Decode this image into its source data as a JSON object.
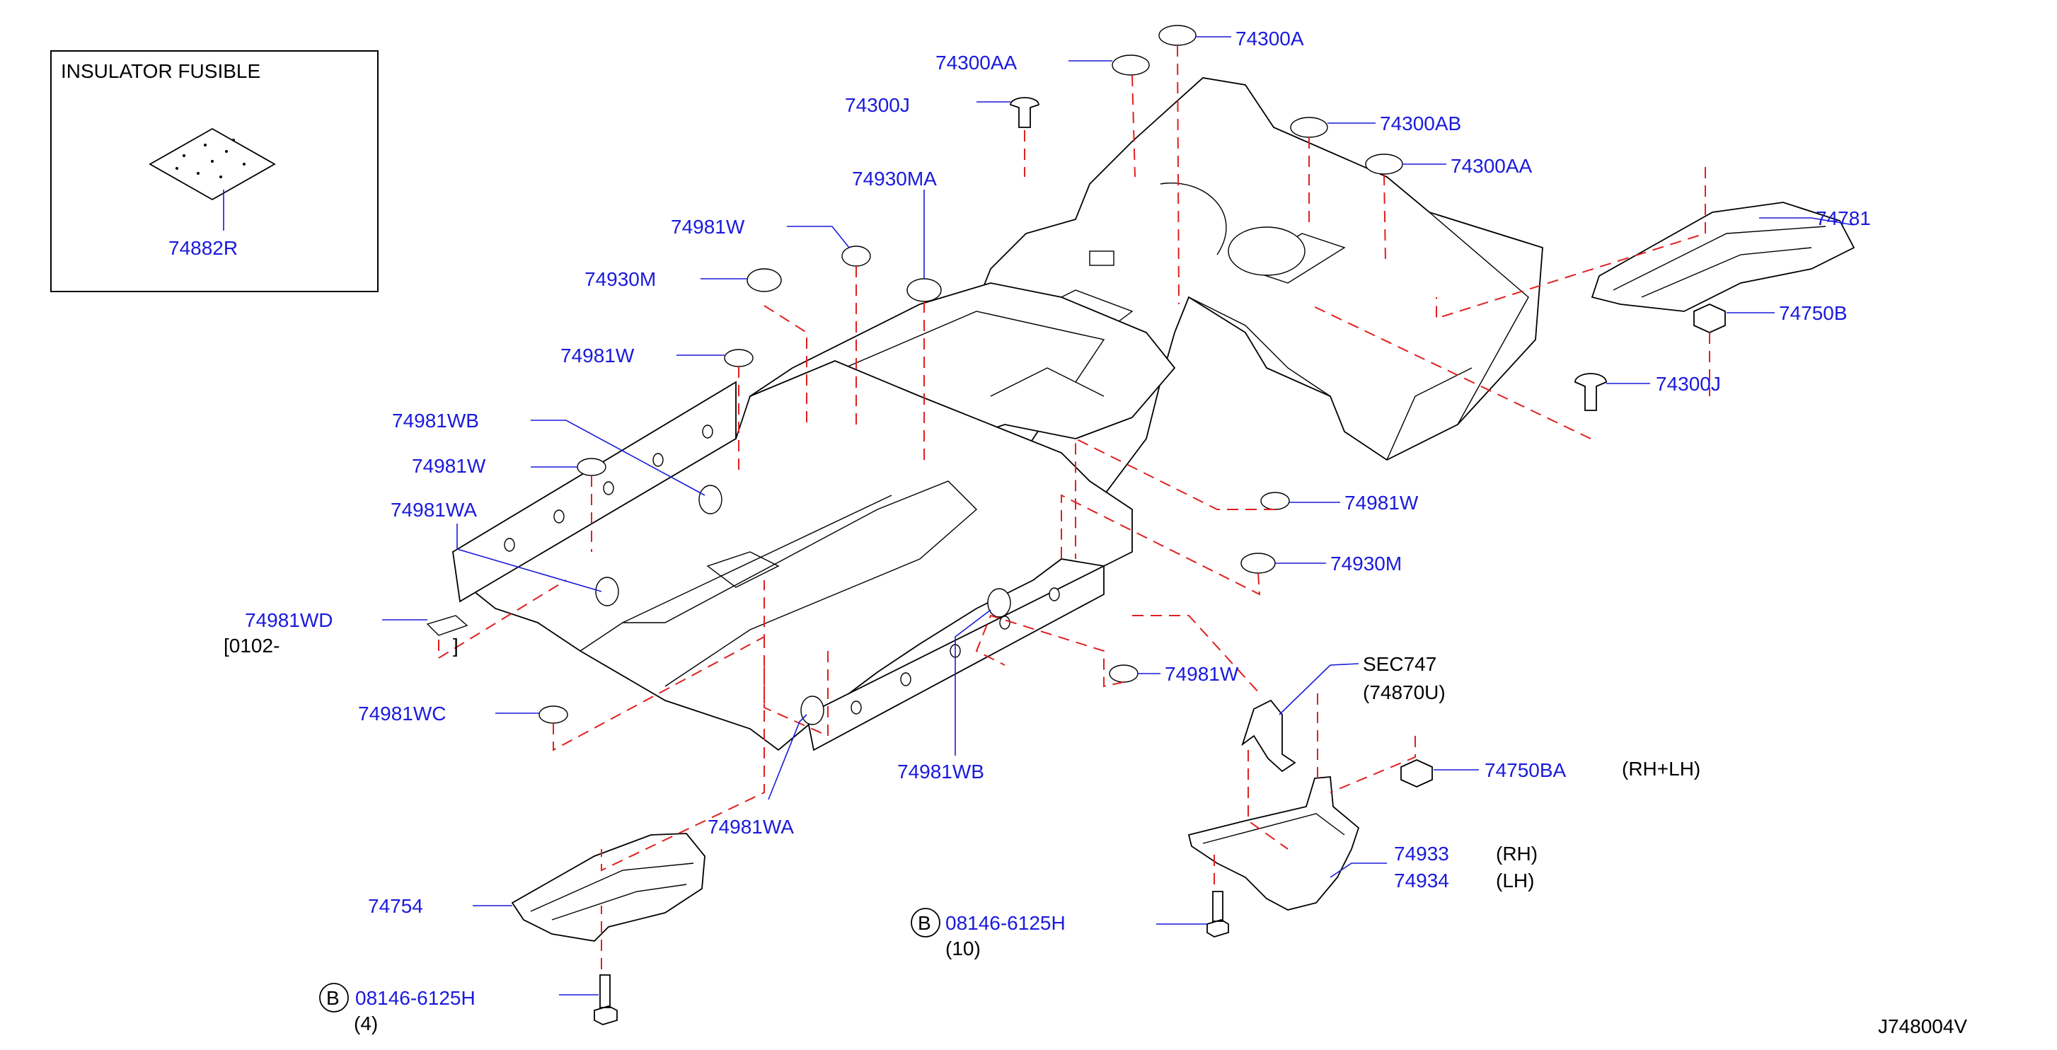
{
  "inset": {
    "title": "INSULATOR   FUSIBLE",
    "part": "74882R"
  },
  "callouts": {
    "p74300A": "74300A",
    "p74300AA_top": "74300AA",
    "p74300J_top": "74300J",
    "p74300AB": "74300AB",
    "p74300AA_right": "74300AA",
    "p74930MA": "74930MA",
    "p74981W_1": "74981W",
    "p74930M_1": "74930M",
    "p74981W_2": "74981W",
    "p74981WB_1": "74981WB",
    "p74981W_3": "74981W",
    "p74981WA_1": "74981WA",
    "p74981WD": "74981WD",
    "p74981WC": "74981WC",
    "p74781": "74781",
    "p74750B": "74750B",
    "p74300J_right": "74300J",
    "p74981W_4": "74981W",
    "p74930M_2": "74930M",
    "p74981W_5": "74981W",
    "p74981WB_2": "74981WB",
    "p74981WA_2": "74981WA",
    "p74750BA": "74750BA",
    "p74933": "74933",
    "p74934": "74934",
    "p74754": "74754",
    "bolt_1": "08146-6125H",
    "bolt_2": "08146-6125H"
  },
  "notes": {
    "wd_range_open": "[0102-",
    "wd_range_close": "]",
    "sec_ref": "SEC747",
    "sec_part": "(74870U)",
    "rh_lh": "(RH+LH)",
    "rh": "(RH)",
    "lh": "(LH)",
    "bolt_qty_1": "(10)",
    "bolt_qty_2": "(4)",
    "b_mark_1": "B",
    "b_mark_2": "B",
    "diagram_code": "J748004V"
  }
}
